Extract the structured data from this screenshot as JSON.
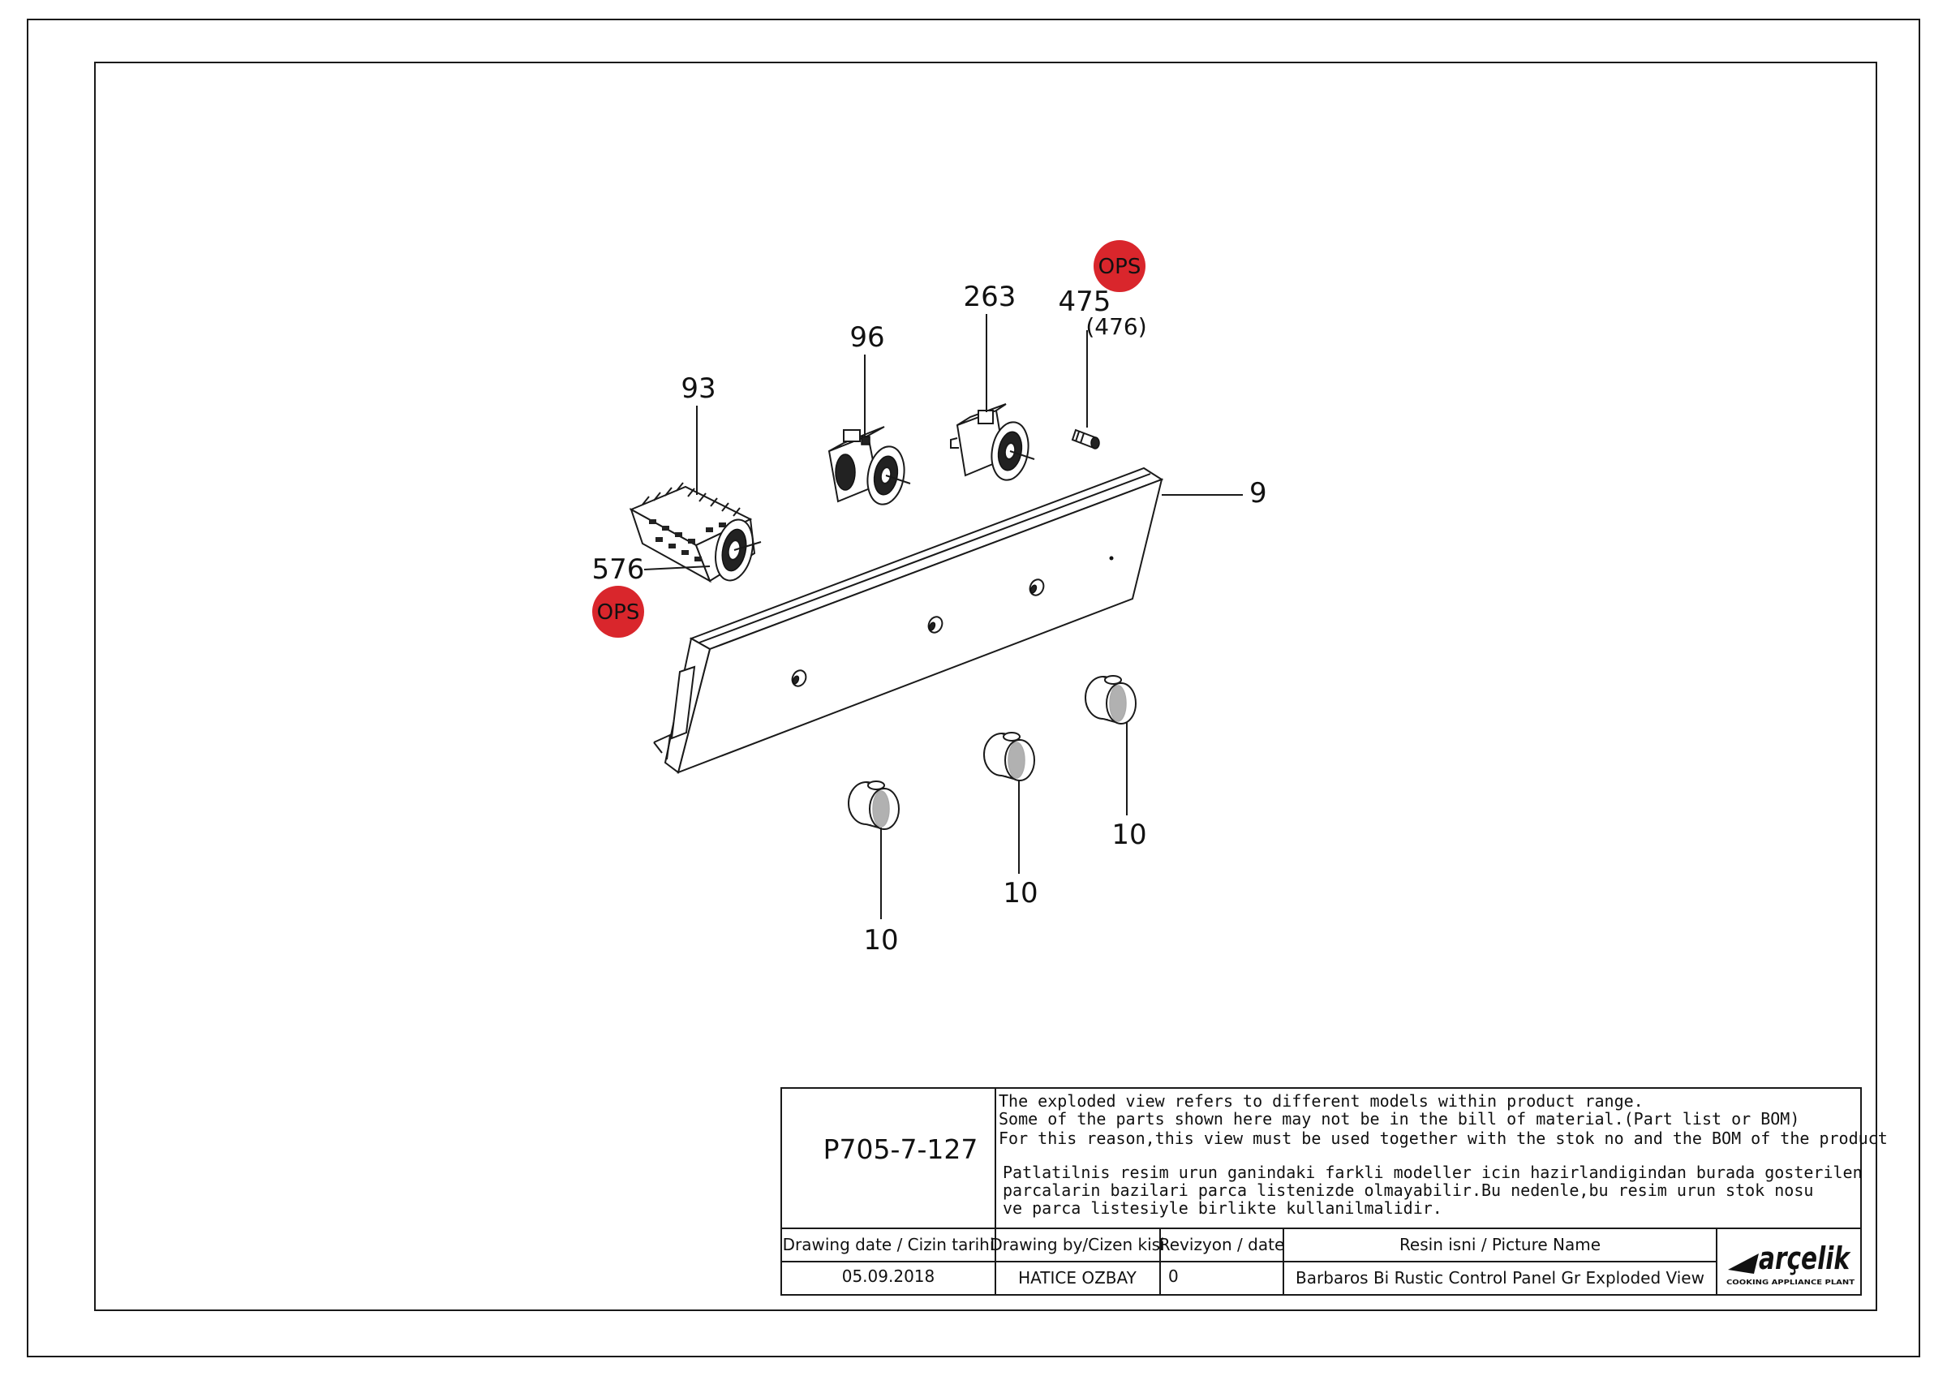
{
  "callouts": {
    "c93": "93",
    "c96": "96",
    "c263": "263",
    "c475": "475",
    "c476": "(476)",
    "c9": "9",
    "c576": "576",
    "c10a": "10",
    "c10b": "10",
    "c10c": "10"
  },
  "badges": {
    "top": "OPS",
    "left": "OPS",
    "color": "#d9262c"
  },
  "title_block": {
    "drawing_no": "P705-7-127",
    "note_en_1": "The exploded view refers to different models within product range.",
    "note_en_2": "Some of the parts shown here may not be in the bill of material.(Part list or BOM)",
    "note_en_3": "For this reason,this view must be used together with the stok no and the BOM of the product",
    "note_tr_1": "Patlatilnis resim urun ganindaki farkli modeller icin hazirlandigindan burada gosterilen",
    "note_tr_2": "parcalarin bazilari parca listenizde olmayabilir.Bu nedenle,bu resim urun stok nosu",
    "note_tr_3": "ve parca listesiyle birlikte kullanilmalidir.",
    "h_date": "Drawing date / Cizin tarihi",
    "h_by": "Drawing by/Cizen kisi",
    "h_rev": "Revizyon / date",
    "h_name": "Resin isni / Picture Name",
    "v_date": "05.09.2018",
    "v_by": "HATICE OZBAY",
    "v_rev": "0",
    "v_name": "Barbaros Bi Rustic Control Panel Gr Exploded View",
    "logo": "arçelik",
    "logo_sub": "COOKING APPLIANCE PLANT"
  }
}
